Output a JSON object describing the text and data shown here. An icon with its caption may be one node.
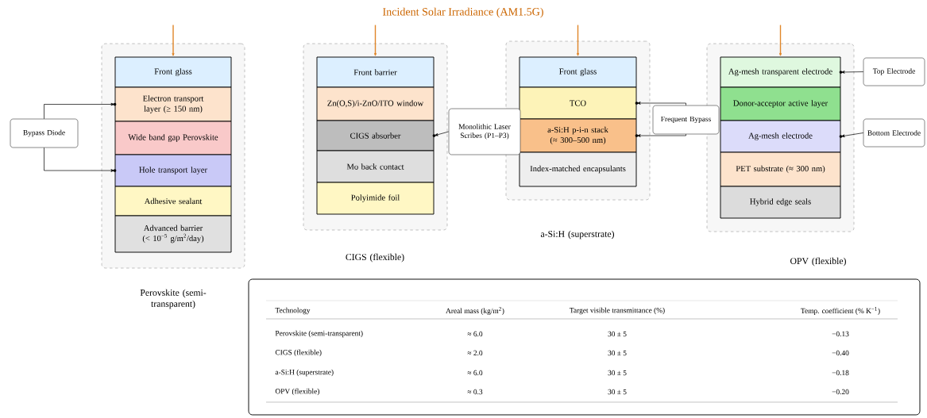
{
  "diagram": {
    "title": "Incident Solar Irradiance (AM1.5G)",
    "nodes": [
      {
        "text": [
          "Perovskite (semi-transparent)"
        ]
      },
      {
        "text": [
          "Front glass"
        ],
        "in": 0
      },
      {
        "text": [
          "Electron transport layer (≥ 150 nm)"
        ],
        "in": 0
      },
      {
        "text": [
          "Wide band gap Perovskite"
        ],
        "in": 0
      },
      {
        "text": [
          "Hole transport layer"
        ],
        "in": 0
      },
      {
        "text": [
          "Adhesive sealant"
        ],
        "in": 0
      },
      {
        "text": [
          "Advanced barrier (< 10$^{−5}$ g/m$^{2}$/day)"
        ],
        "in": 0
      },
      {
        "text": [
          "Bypass Diode"
        ]
      },
      {
        "text": [
          "CIGS (flexible)"
        ]
      },
      {
        "text": [
          "Front barrier"
        ],
        "in": 8
      },
      {
        "text": [
          "Zn(O,S)/i-ZnO/ITO window"
        ],
        "in": 8
      },
      {
        "text": [
          "CIGS absorber"
        ],
        "in": 8
      },
      {
        "text": [
          "Mo back contact"
        ],
        "in": 8
      },
      {
        "text": [
          "Polyimide foil"
        ],
        "in": 8
      },
      {
        "text": [
          "Monolithic Laser Scribes (P1–P3)"
        ]
      },
      {
        "text": [
          "a-Si:H (superstrate)"
        ]
      },
      {
        "text": [
          "Front glass"
        ],
        "in": 15
      },
      {
        "text": [
          "TCO"
        ],
        "in": 15
      },
      {
        "text": [
          "a-Si:H p-i-n stack (≈ 300–500 nm)"
        ],
        "in": 15
      },
      {
        "text": [
          "Index-matched encapsulants"
        ],
        "in": 15
      },
      {
        "text": [
          "Frequent Bypass"
        ]
      },
      {
        "text": [
          "OPV (flexible)"
        ]
      },
      {
        "text": [
          "Ag-mesh transparent electrode"
        ],
        "in": 21
      },
      {
        "text": [
          "Donor-acceptor active layer"
        ],
        "in": 21
      },
      {
        "text": [
          "Ag-mesh electrode"
        ],
        "in": 21
      },
      {
        "text": [
          "PET substrate (≈ 300 nm)"
        ],
        "in": 21
      },
      {
        "text": [
          "Hybrid edge seals"
        ],
        "in": 21
      },
      {
        "text": [
          "Top Electrode"
        ]
      },
      {
        "text": [
          "Bottom Electrode"
        ]
      }
    ],
    "edges": [
      {
        "from": null,
        "to": 1,
        "arrow": "to",
        "color": "#e0872a"
      },
      {
        "from": null,
        "to": 9,
        "arrow": "to",
        "color": "#e0872a"
      },
      {
        "from": null,
        "to": 16,
        "arrow": "to",
        "color": "#e0872a"
      },
      {
        "from": null,
        "to": 22,
        "arrow": "to",
        "color": "#e0872a"
      },
      {
        "from": 7,
        "to": 2,
        "arrow": "to"
      },
      {
        "from": 7,
        "to": 4,
        "arrow": "to"
      },
      {
        "from": 14,
        "to": 11,
        "arrow": "to"
      },
      {
        "from": 20,
        "to": 17,
        "arrow": "to"
      },
      {
        "from": 20,
        "to": 18,
        "arrow": "to"
      },
      {
        "from": 27,
        "to": 22,
        "arrow": "to"
      },
      {
        "from": 28,
        "to": 24,
        "arrow": "to"
      }
    ],
    "labels": [
      "Technology",
      "Areal mass (kg/m$^{2}$)",
      "Target visible transmittance (%)",
      "Temp. coefficient (% K$^{−1}$)",
      "Perovskite (semi-transparent)",
      "≈ 6.0",
      "30 ± 5",
      "−0.13",
      "CIGS (flexible)",
      "≈ 2.0",
      "30 ± 5",
      "−0.40",
      "a-Si:H (superstrate)",
      "≈ 6.0",
      "30 ± 5",
      "−0.18",
      "OPV (flexible)",
      "≈ 0.3",
      "30 ± 5",
      "−0.20"
    ]
  }
}
